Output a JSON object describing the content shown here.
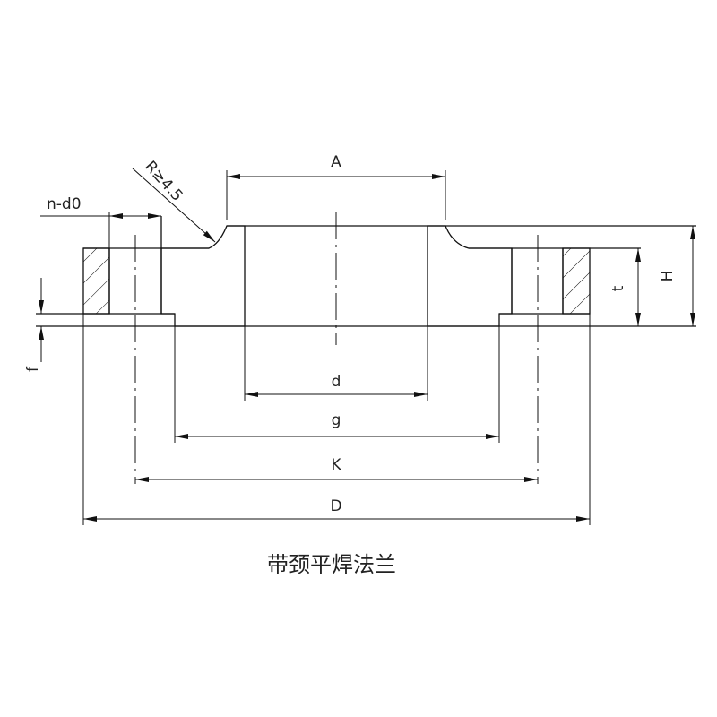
{
  "title": "带颈平焊法兰",
  "labels": {
    "A": "A",
    "d": "d",
    "g": "g",
    "K": "K",
    "D": "D",
    "H": "H",
    "t": "t",
    "f": "f",
    "n_d0": "n-d0",
    "radius": "R≥4.5"
  },
  "colors": {
    "line": "#111111",
    "background": "#ffffff"
  }
}
